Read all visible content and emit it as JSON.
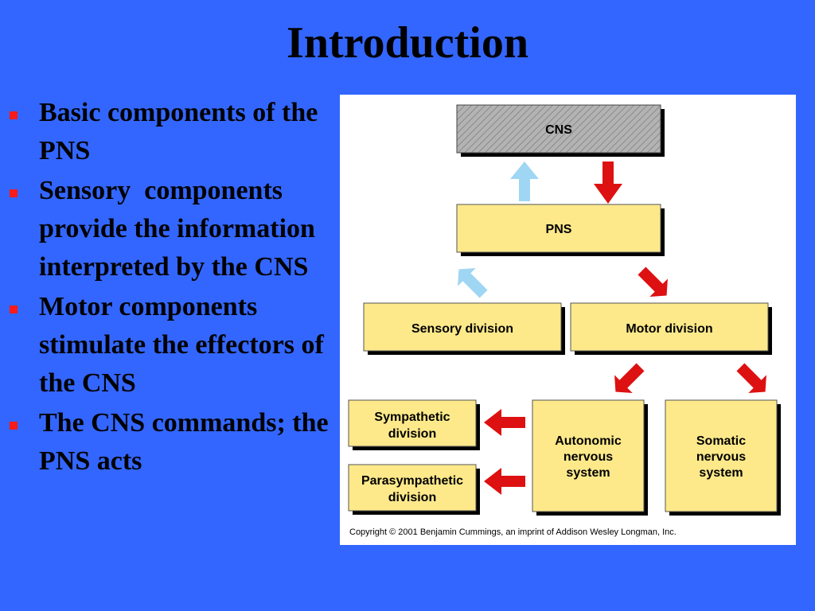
{
  "slide": {
    "title": "Introduction",
    "bullets": [
      "Basic components of the PNS",
      "Sensory  components provide the information interpreted by the CNS",
      "Motor components stimulate the effectors of the CNS",
      "The CNS commands; the PNS acts"
    ]
  },
  "diagram": {
    "cns": "CNS",
    "pns": "PNS",
    "sensory": "Sensory division",
    "motor": "Motor  division",
    "sympathetic": [
      "Sympathetic",
      "division"
    ],
    "parasympathetic": [
      "Parasympathetic",
      "division"
    ],
    "autonomic": [
      "Autonomic",
      "nervous",
      "system"
    ],
    "somatic": [
      "Somatic",
      "nervous",
      "system"
    ],
    "copyright": "Copyright © 2001 Benjamin Cummings, an imprint of Addison Wesley Longman, Inc."
  },
  "colors": {
    "background": "#3366ff",
    "box_fill": "#fde98a",
    "arrow_red": "#dd1111",
    "arrow_blue": "#9fd6f4",
    "bullet": "#ff1a1a"
  }
}
